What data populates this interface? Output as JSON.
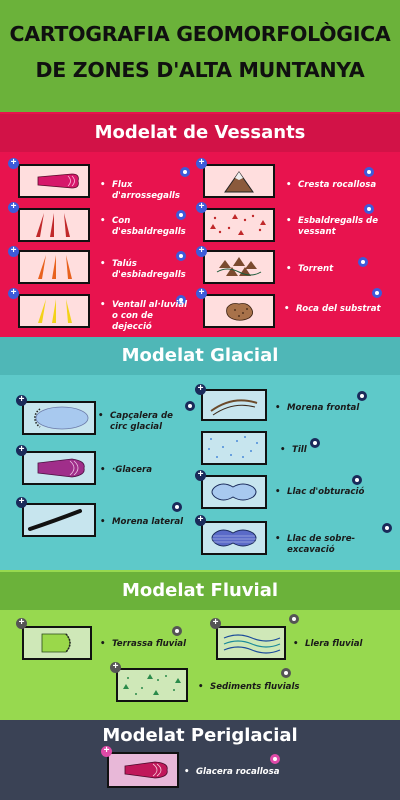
{
  "title_line1": "CARTOGRAFIA GEOMORFOLÒGICA",
  "title_line2": "DE ZONES D'ALTA MUNTANYA",
  "sections": {
    "vessants": {
      "title": "Modelat de Vessants",
      "color": "#e8134e",
      "items": [
        "Flux d'arrossegalls",
        "Cresta rocallosa",
        "Con d'esbaldregalls",
        "Esbaldregalls de vessant",
        "Talús d'esbiadregalls",
        "Torrent",
        "Ventall al·luvial o con de dejecció",
        "Roca del substrat"
      ]
    },
    "glacial": {
      "title": "Modelat Glacial",
      "color": "#5ec9c9",
      "items": [
        "Capçalera de circ glacial",
        "Morena frontal",
        "Till",
        "·Glacera",
        "Llac d'obturació",
        "Morena lateral",
        "Llac de sobre-excavació"
      ]
    },
    "fluvial": {
      "title": "Modelat Fluvial",
      "color": "#97d94f",
      "items": [
        "Terrassa fluvial",
        "Llera fluvial",
        "Sediments fluvials"
      ]
    },
    "periglacial": {
      "title": "Modelat Periglacial",
      "color": "#3a4255",
      "items": [
        "Glacera rocallosa"
      ]
    }
  }
}
